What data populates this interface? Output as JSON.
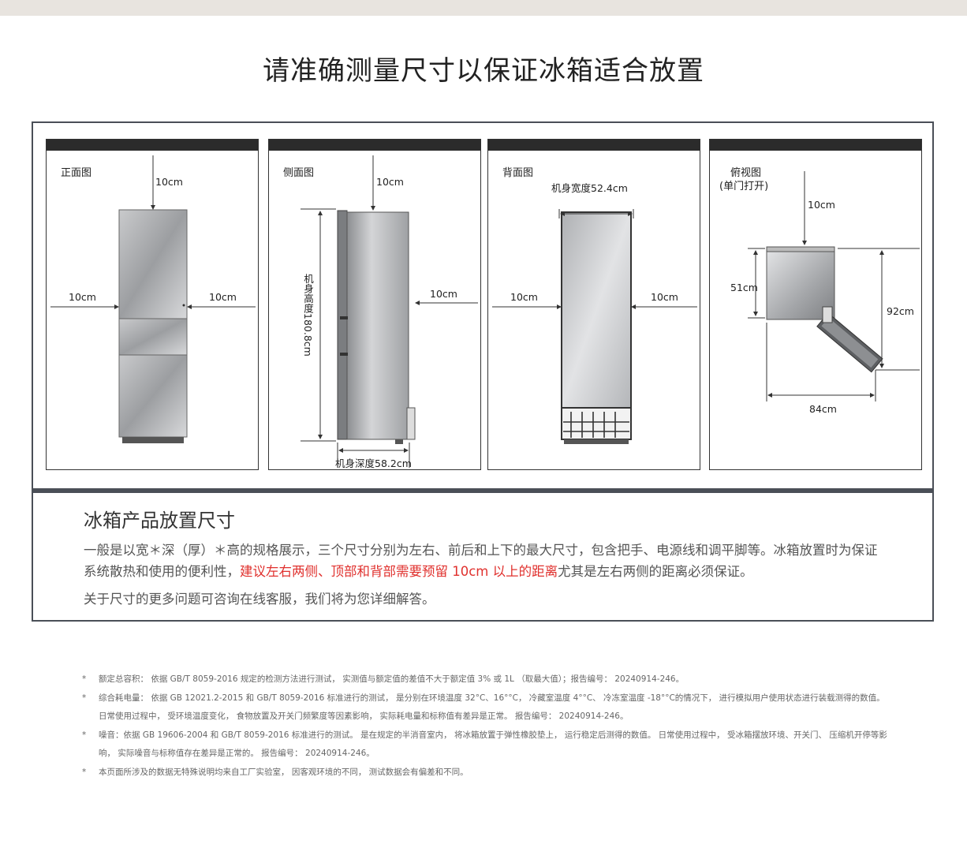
{
  "page": {
    "title": "请准确测量尺寸以保证冰箱适合放置"
  },
  "panels": {
    "front": {
      "label": "正面图",
      "top": "10cm",
      "left": "10cm",
      "right": "10cm"
    },
    "side": {
      "label": "侧面图",
      "top": "10cm",
      "height": "机身高度180.8cm",
      "back": "10cm",
      "depth": "机身深度58.2cm"
    },
    "back": {
      "label": "背面图",
      "width": "机身宽度52.4cm",
      "left": "10cm",
      "right": "10cm"
    },
    "top_view": {
      "label_line1": "俯视图",
      "label_line2": "(单门打开)",
      "top": "10cm",
      "body": "51cm",
      "total": "92cm",
      "width": "84cm"
    }
  },
  "section": {
    "title": "冰箱产品放置尺寸",
    "body_part1": "一般是以宽＊深（厚）＊高的规格展示，三个尺寸分别为左右、前后和上下的最大尺寸，包含把手、电源线和调平脚等。冰箱放置时为保证系统散热和使用的便利性，",
    "body_red": "建议左右两侧、顶部和背部需要预留 10cm 以上的距离",
    "body_part2": "尤其是左右两侧的距离必须保证。",
    "note": "关于尺寸的更多问题可咨询在线客服，我们将为您详细解答。"
  },
  "footnotes": {
    "star": "*",
    "items": [
      "额定总容积：  依据 GB/T 8059-2016 规定的检测方法进行测试，  实测值与额定值的差值不大于额定值 3% 或 1L （取最大值）；报告编号：  20240914-246。",
      "综合耗电量：  依据 GB 12021.2-2015 和 GB/T 8059-2016 标准进行的测试，  是分别在环境温度 32°C、16°°C，  冷藏室温度 4°°C、  冷冻室温度 -18°°C的情况下，  进行模拟用户使用状态进行装载测得的数值。  日常使用过程中，  受环境温度变化，  食物放置及开关门频繁度等因素影响，  实际耗电量和标称值有差异是正常。  报告编号：  20240914-246。",
      "噪音：依据 GB 19606-2004 和 GB/T 8059-2016 标准进行的测试。  是在规定的半消音室内，  将冰箱放置于弹性橡胶垫上，  运行稳定后测得的数值。  日常使用过程中，  受冰箱摆放环境、开关门、  压缩机开停等影响，  实际噪音与标称值存在差异是正常的。  报告编号：  20240914-246。",
      "本页面所涉及的数据无特殊说明均来自工厂实验室，  因客观环境的不同，  测试数据会有偏差和不同。"
    ]
  },
  "colors": {
    "frame": "#4a4f57",
    "highlight": "#e0312e",
    "topbar": "#e8e4df"
  }
}
